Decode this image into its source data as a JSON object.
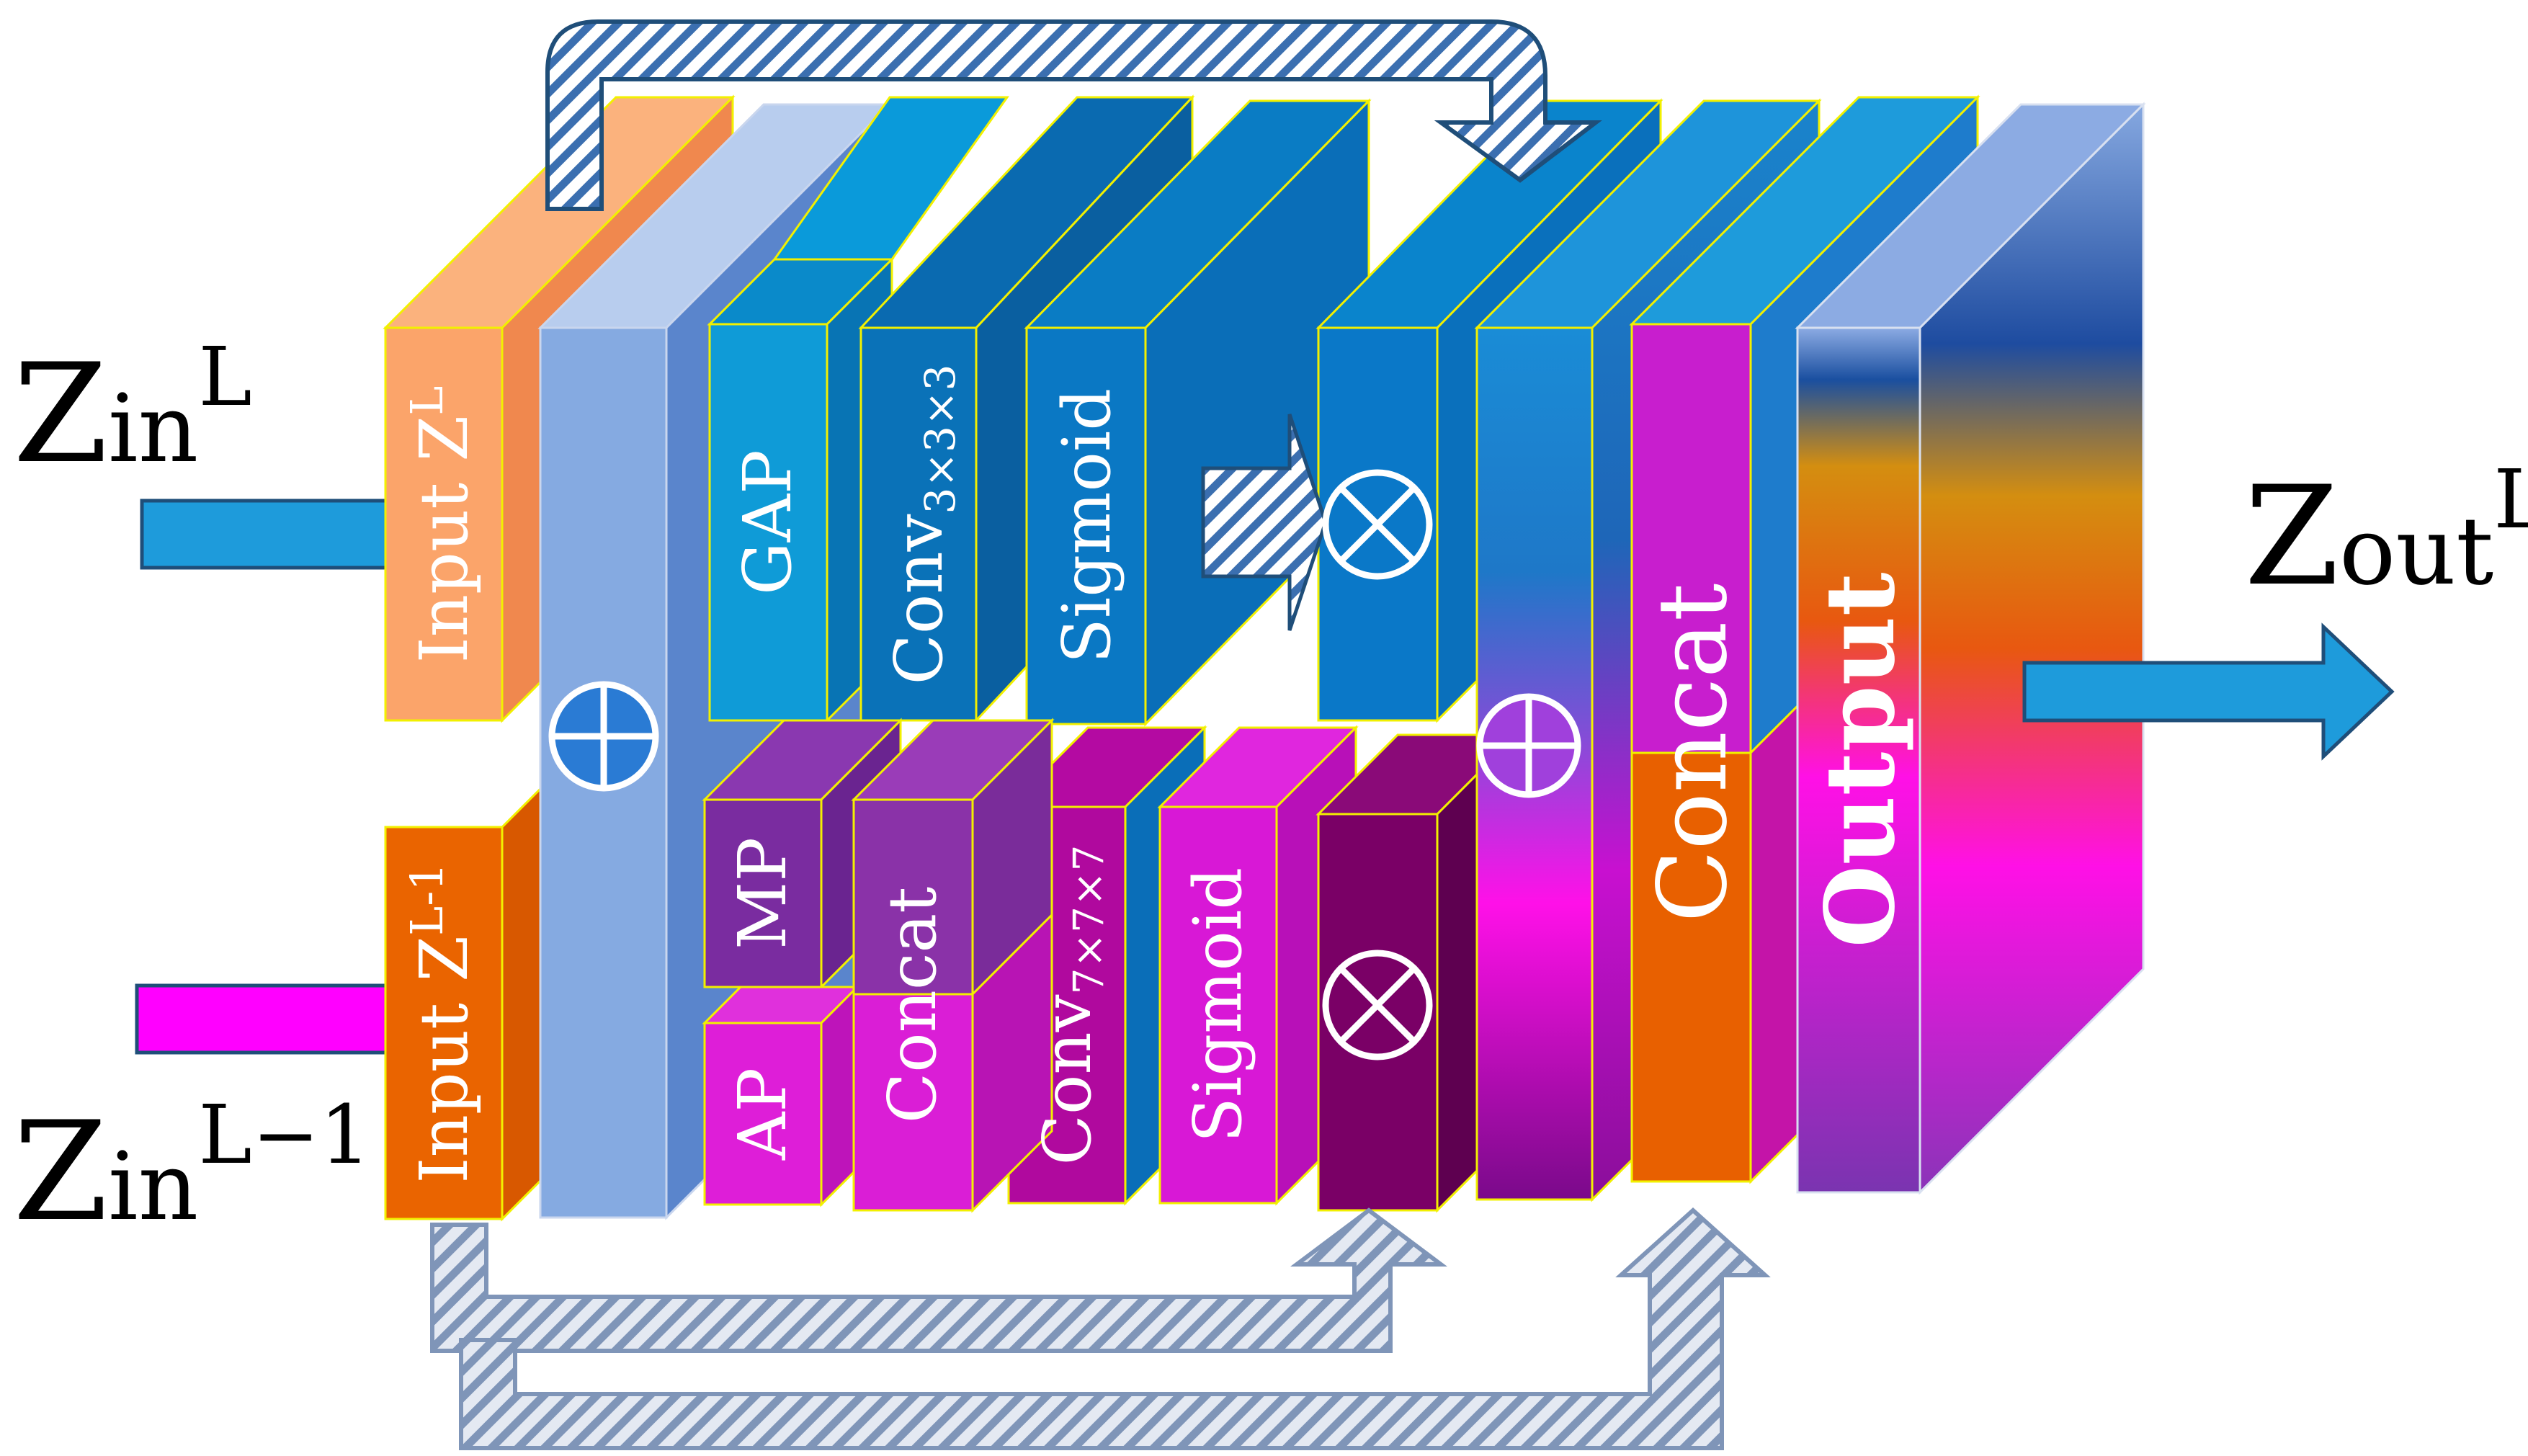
{
  "labels": {
    "zin_l_main": "Z",
    "zin_l_sub": "in",
    "zin_l_sup": "L",
    "zin_lm1_main": "Z",
    "zin_lm1_sub": "in",
    "zin_lm1_sup": "L−1",
    "zout_main": "Z",
    "zout_sub": "out",
    "zout_sup": "L",
    "input_zl": "Input Z",
    "input_zl_sup": "L",
    "input_zl1": "Input Z",
    "input_zl1_sup": "L-1",
    "gap": "GAP",
    "conv3_main": "Conv",
    "conv3_sub": "3×3×3",
    "sigmoid_top": "Sigmoid",
    "mp": "MP",
    "ap": "AP",
    "concat_small": "Concat",
    "conv7_main": "Conv",
    "conv7_sub": "7×7×7",
    "sigmoid_bottom": "Sigmoid",
    "concat_large": "Concat",
    "output": "Output",
    "plus_symbol": "⊕",
    "times_symbol": "⊗"
  },
  "colors": {
    "input_zl": "#FBA46A",
    "input_zl1": "#EA6400",
    "add_block": "#85AAE1",
    "gap": "#0F9BD7",
    "conv3": "#0A72B8",
    "sigmoid_top": "#0A78C4",
    "mult_top": "#0A78C8",
    "mp": "#7A2CA0",
    "ap": "#DE1ED8",
    "concat_small_top": "#8A32A8",
    "concat_small_bottom": "#DA1ED6",
    "conv7": "#B0099E",
    "sigmoid_bottom": "#D818D6",
    "mult_bottom": "#7A0066",
    "concat_large_top": "#C81ECE",
    "concat_large_bottom": "#E86000",
    "edge": "#F2F000",
    "arrow_blue": "#1E9BDB",
    "arrow_magenta": "#FF00FF"
  }
}
